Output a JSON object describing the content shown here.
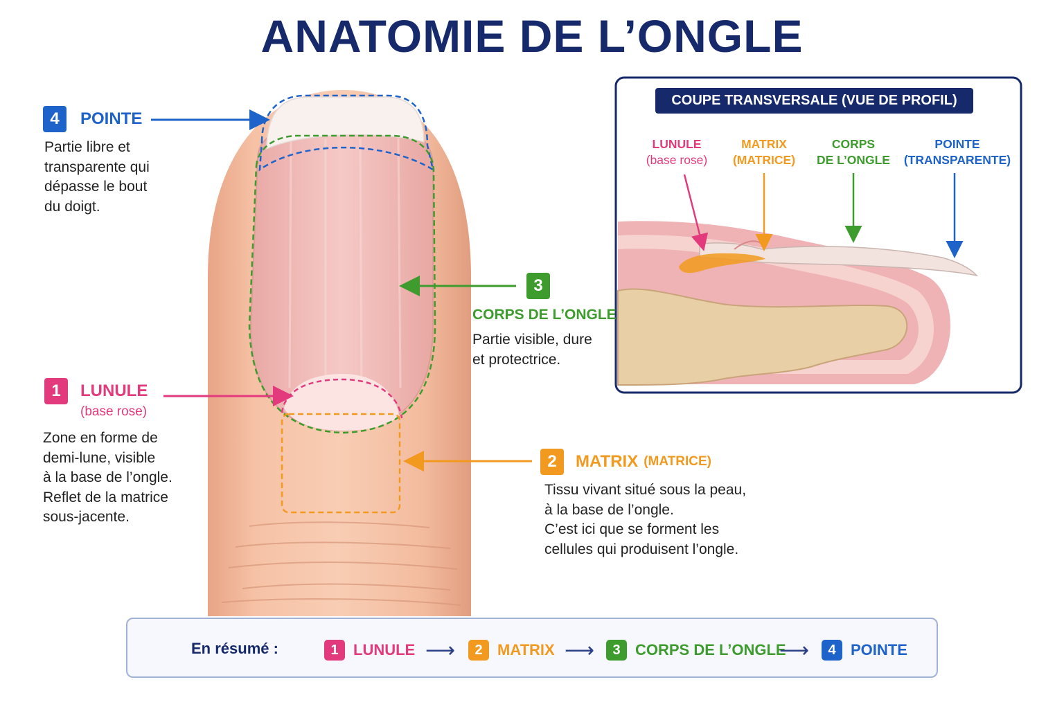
{
  "title": "ANATOMIE DE L’ONGLE",
  "colors": {
    "navy": "#15296b",
    "lunule": "#e23a7c",
    "matrix": "#f19a1f",
    "body": "#3d9c2d",
    "tip": "#1e63c9"
  },
  "parts": {
    "pointe": {
      "number": "4",
      "label": "POINTE",
      "desc_lines": [
        "Partie libre et",
        "transparente qui",
        "dépasse le bout",
        "du doigt."
      ]
    },
    "corps": {
      "number": "3",
      "label": "CORPS DE L’ONGLE",
      "desc_lines": [
        "Partie visible, dure",
        "et protectrice."
      ]
    },
    "lunule": {
      "number": "1",
      "label": "LUNULE",
      "sublabel": "(base rose)",
      "desc_lines": [
        "Zone en forme de",
        "demi-lune, visible",
        "à la base de l’ongle.",
        "Reflet de la matrice",
        "sous-jacente."
      ]
    },
    "matrix": {
      "number": "2",
      "label": "MATRIX",
      "sublabel": "(MATRICE)",
      "desc_lines": [
        "Tissu vivant situé sous la peau,",
        "à la base de l’ongle.",
        "C’est ici que se forment les",
        "cellules qui produisent l’ongle."
      ]
    }
  },
  "inset": {
    "title": "COUPE TRANSVERSALE (VUE DE PROFIL)",
    "labels": [
      {
        "line1": "LUNULE",
        "line2": "(base rose)"
      },
      {
        "line1": "MATRIX",
        "line2": "(MATRICE)"
      },
      {
        "line1": "CORPS",
        "line2": "DE L’ONGLE"
      },
      {
        "line1": "POINTE",
        "line2": "(TRANSPARENTE)"
      }
    ]
  },
  "summary": {
    "intro": "En résumé :",
    "icon": "lightbulb-icon",
    "steps": [
      {
        "number": "1",
        "label": "LUNULE"
      },
      {
        "number": "2",
        "label": "MATRIX"
      },
      {
        "number": "3",
        "label": "CORPS DE L’ONGLE"
      },
      {
        "number": "4",
        "label": "POINTE"
      }
    ],
    "arrow": "⟶"
  }
}
